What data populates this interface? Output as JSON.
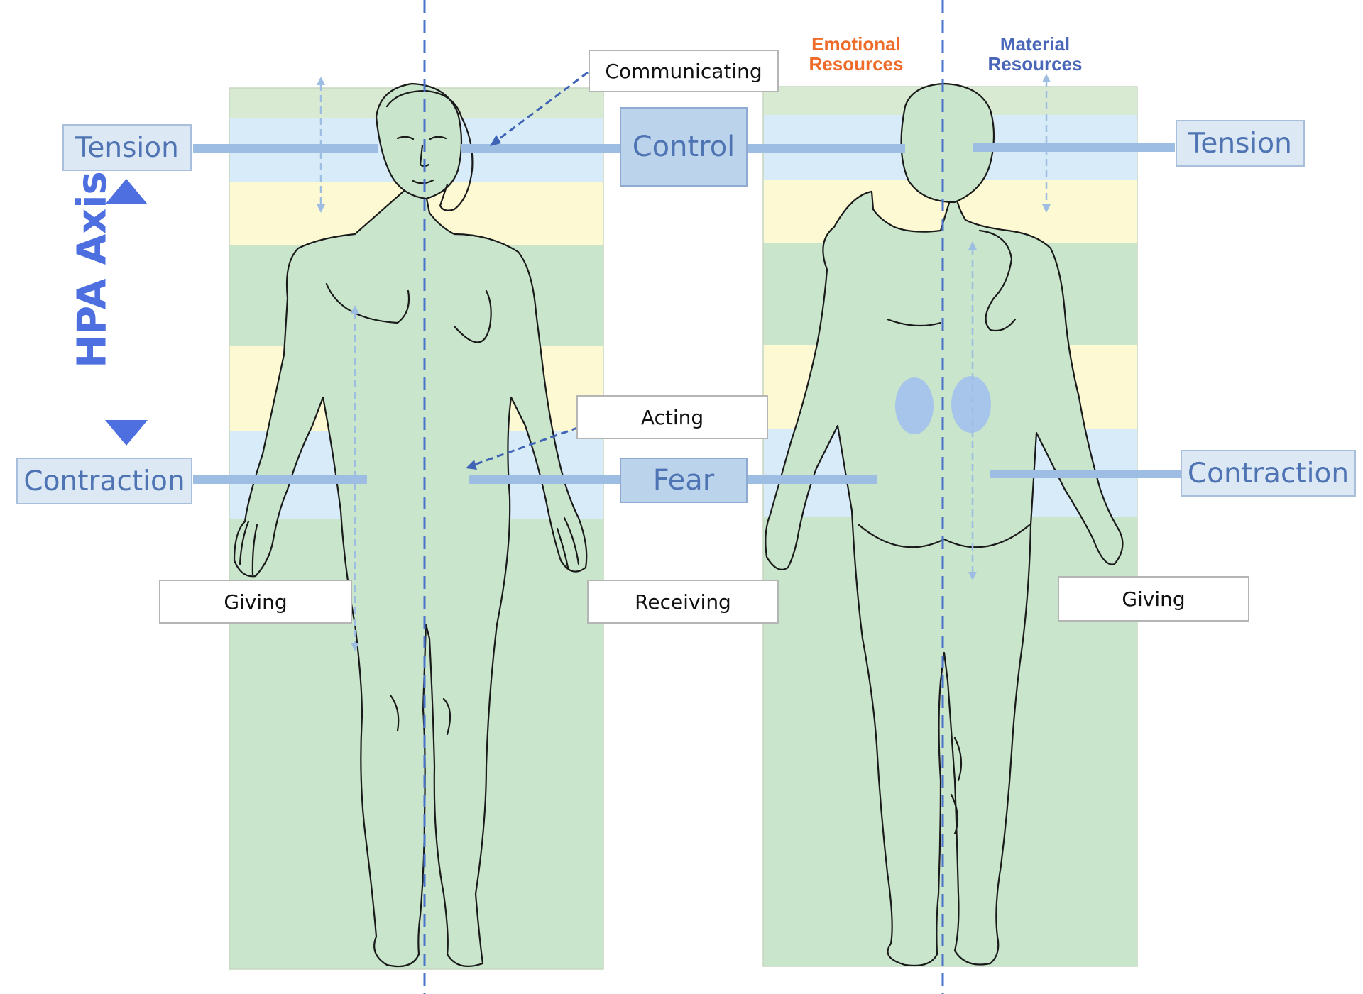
{
  "colors": {
    "band_green": "#c9e5cb",
    "band_blue": "#d7ebf8",
    "band_yellow": "#fdf9d3",
    "band_lightgreen": "#d8ead2",
    "connector": "#9dbde2",
    "axis_arrow": "#4d6fe0",
    "midline": "#4a74c9",
    "emotional": "#ee6b2a",
    "material": "#4a66b8",
    "kidney": "#a7c5ea",
    "body_fill": "#c9e5cb",
    "outline": "#1a1a1a"
  },
  "labels": {
    "tension_left": "Tension",
    "tension_right": "Tension",
    "contraction_left": "Contraction",
    "contraction_right": "Contraction",
    "control": "Control",
    "fear": "Fear",
    "communicating": "Communicating",
    "acting": "Acting",
    "giving_left": "Giving",
    "receiving": "Receiving",
    "giving_right": "Giving",
    "hpa_axis": "HPA Axis",
    "emotional_resources": "Emotional\nResources",
    "material_resources": "Material\nResources"
  },
  "icons": {
    "hpa_arrow": "double-vertical-arrow-icon",
    "front_figure": "front-body-outline-icon",
    "back_figure": "back-body-outline-icon",
    "kidney": "kidney-oval-icon"
  }
}
